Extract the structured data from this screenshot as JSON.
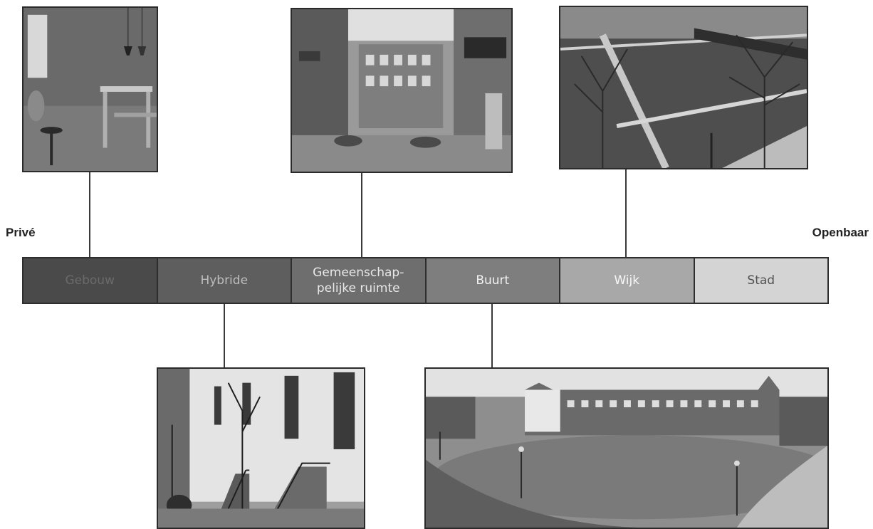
{
  "labels": {
    "private": "Privé",
    "public": "Openbaar"
  },
  "scale": [
    {
      "label": "Gebouw",
      "fill": "#4a4a4a",
      "text": "#6a6a6a"
    },
    {
      "label": "Hybride",
      "fill": "#5e5e5e",
      "text": "#bdbdbd"
    },
    {
      "label": "Gemeenschap-\npelijke ruimte",
      "fill": "#6e6e6e",
      "text": "#e8e8e8"
    },
    {
      "label": "Buurt",
      "fill": "#7e7e7e",
      "text": "#f2f2f2"
    },
    {
      "label": "Wijk",
      "fill": "#a8a8a8",
      "text": "#f7f7f7"
    },
    {
      "label": "Stad",
      "fill": "#d4d4d4",
      "text": "#505050"
    }
  ]
}
